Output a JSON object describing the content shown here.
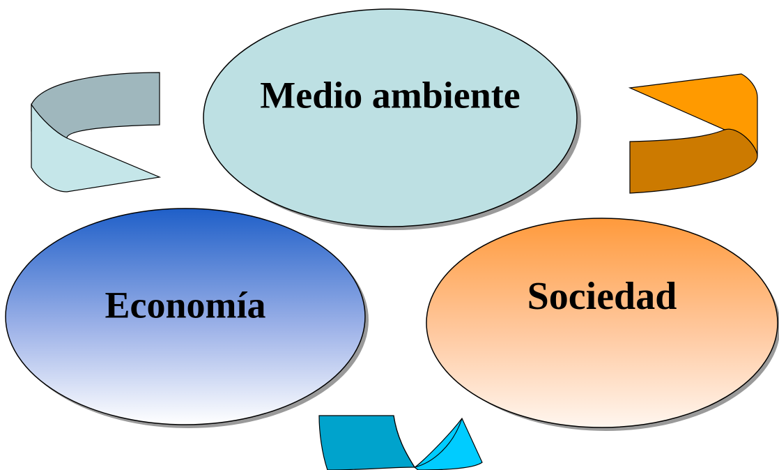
{
  "nodes": {
    "environment": {
      "label": "Medio ambiente",
      "fill": "#bde0e3"
    },
    "economy": {
      "label": "Economía",
      "fill_top": "#1f5fc8",
      "fill_bottom": "#ffffff"
    },
    "society": {
      "label": "Sociedad",
      "fill_top": "#ff9a3c",
      "fill_bottom": "#fff5ec"
    }
  },
  "arrows": {
    "top_left": {
      "direction": "clockwise",
      "color_light": "#c5e6e9",
      "color_dark": "#9fb7bd"
    },
    "top_right": {
      "direction": "clockwise",
      "color_light": "#ff9a00",
      "color_dark": "#cc7a00"
    },
    "bottom": {
      "direction": "clockwise",
      "color_light": "#00ccff",
      "color_dark": "#00a3cc"
    }
  },
  "colors": {
    "outline": "#000000",
    "shadow": "#9a9a9a"
  }
}
